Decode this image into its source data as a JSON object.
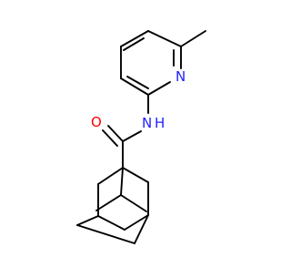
{
  "molecule": {
    "atom_labels": {
      "nitrogen_ring": "N",
      "amide_nh": "H",
      "amide_n": "N",
      "carbonyl_oxygen": "O"
    },
    "colors": {
      "bond": "#000000",
      "nitrogen": "#1f1fff",
      "oxygen": "#ff0000",
      "background": "#ffffff"
    }
  }
}
